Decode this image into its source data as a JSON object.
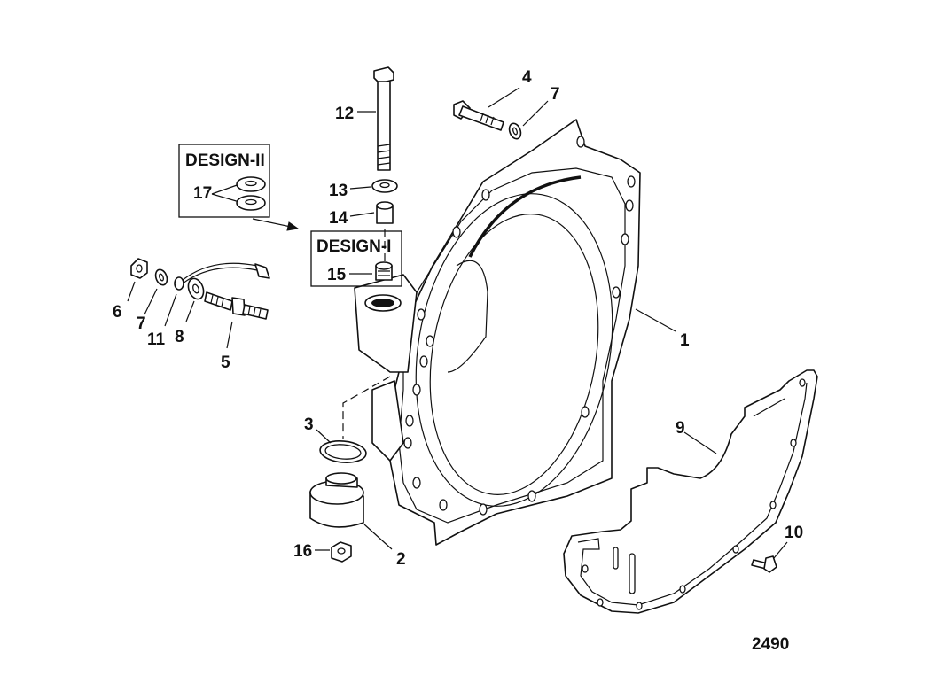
{
  "design_boxes": {
    "design_ii": {
      "title": "DESIGN-II",
      "callout": "17"
    },
    "design_i": {
      "title": "DESIGN-I",
      "callout": "15"
    }
  },
  "callouts": {
    "c1": "1",
    "c2": "2",
    "c3": "3",
    "c4": "4",
    "c5": "5",
    "c6": "6",
    "c7a": "7",
    "c7b": "7",
    "c8": "8",
    "c9": "9",
    "c10": "10",
    "c11": "11",
    "c12": "12",
    "c13": "13",
    "c14": "14",
    "c16": "16"
  },
  "figure_number": "2490"
}
